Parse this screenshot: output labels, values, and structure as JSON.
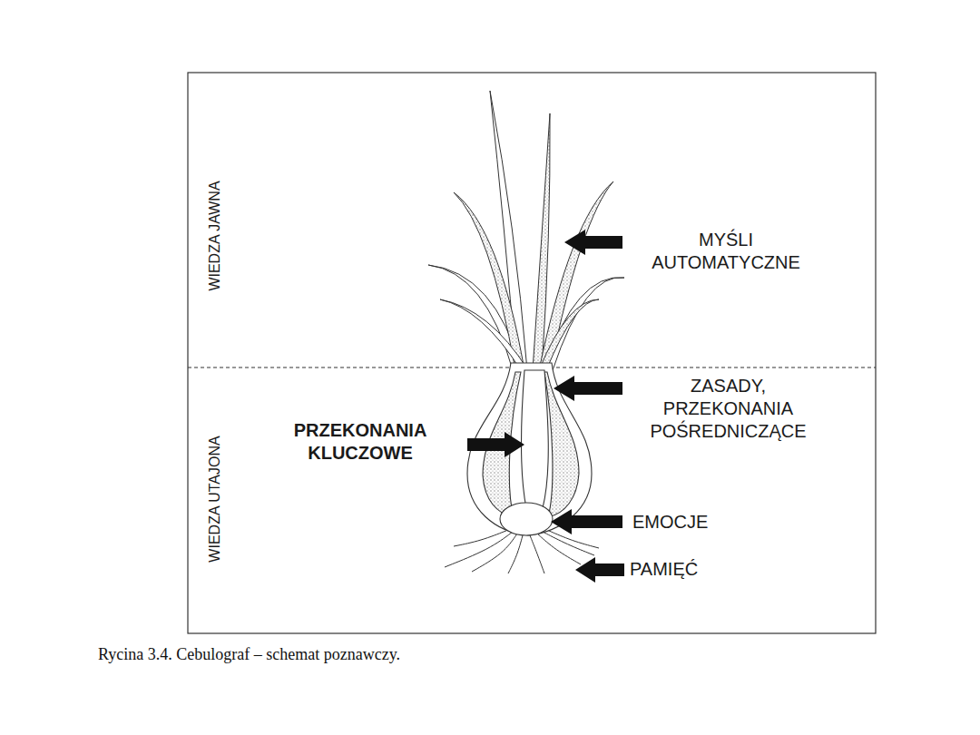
{
  "diagram": {
    "caption": "Rycina 3.4. Cebulograf – schemat poznawczy.",
    "labels": [
      "WIEDZA JAWNA",
      "WIEDZA UTAJONA",
      "MYŚLI AUTOMATYCZNE",
      "ZASADY, PRZEKONANIA POŚREDNICZĄCE",
      "PRZEKONANIA KLUCZOWE",
      "EMOCJE",
      "PAMIĘĆ"
    ]
  }
}
